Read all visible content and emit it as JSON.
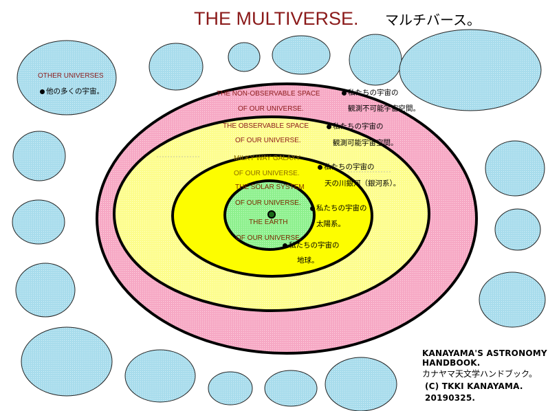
{
  "title": {
    "en": "THE MULTIVERSE.",
    "jp": "マルチバース。"
  },
  "other_universes": {
    "label": "OTHER UNIVERSES",
    "jp": "他の多くの宇宙。"
  },
  "regions": {
    "non_observable": {
      "line1": "THE NON-OBSERVABLE SPACE",
      "line2": "OF OUR UNIVERSE.",
      "jp1": "私たちの宇宙の",
      "jp2": "観測不可能宇宙空間。"
    },
    "observable": {
      "line1": "THE OBSERVABLE SPACE",
      "line2": "OF OUR UNIVERSE.",
      "jp1": "私たちの宇宙の",
      "jp2": "観測可能宇宙空間。"
    },
    "milky_way": {
      "line1": "MILKY WAY GALAXY",
      "line2": "OF OUR UNIVERSE.",
      "jp1": "私たちの宇宙の",
      "jp2": "天の川銀河（銀河系）。"
    },
    "solar_system": {
      "line1": "THE SOLAR SYSTEM",
      "line2": "OF OUR UNIVERSE.",
      "jp1": "私たちの宇宙の",
      "jp2": "太陽系。"
    },
    "earth": {
      "line1": "THE EARTH",
      "line2": "OF OUR UNIVERSE.",
      "jp1": "私たちの宇宙の",
      "jp2": "地球。"
    }
  },
  "credits": {
    "line1": "KANAYAMA'S ASTRONOMY",
    "line2": "HANDBOOK.",
    "line3": "カナヤマ天文学ハンドブック。",
    "line4": "(C) TKKI KANAYAMA.",
    "line5": "20190325."
  },
  "colors": {
    "bubble_fill": "#a8dcec",
    "non_observable_fill": "#f6a8c4",
    "observable_fill": "#fdfd8c",
    "milky_way_fill": "#fdfd00",
    "earth_fill": "#8ef08e",
    "title_color": "#8b1a1a"
  }
}
